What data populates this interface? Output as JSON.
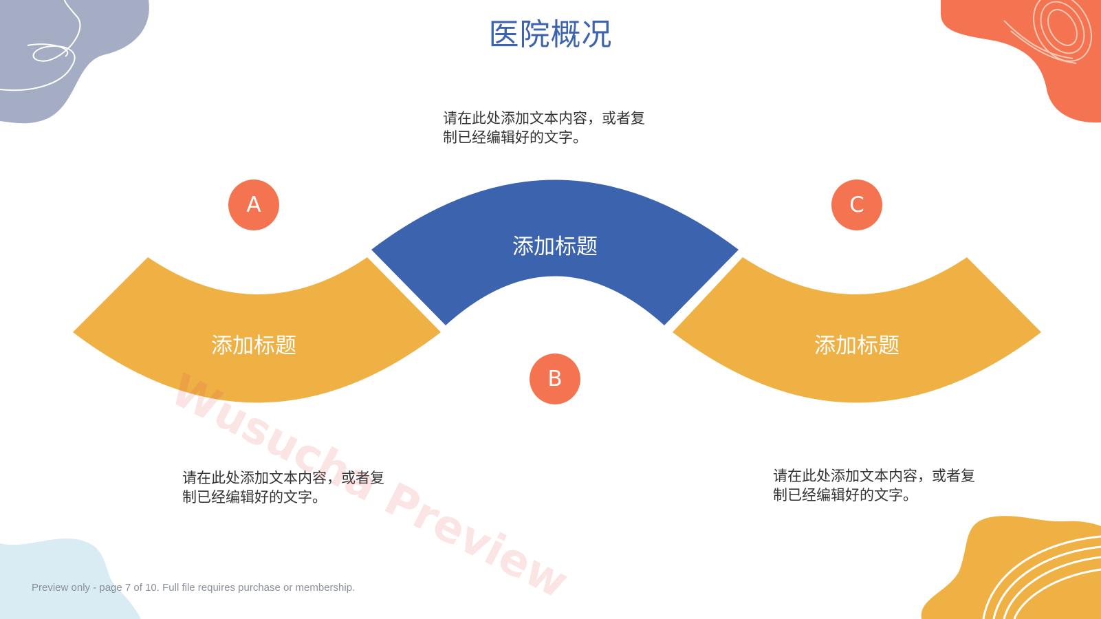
{
  "slide": {
    "title": "医院概况",
    "segments": {
      "left_label": "添加标题",
      "center_label": "添加标题",
      "right_label": "添加标题"
    },
    "badges": {
      "a": "A",
      "b": "B",
      "c": "C"
    },
    "descriptions": {
      "top_line1": "请在此处添加文本内容，或者复",
      "top_line2": "制已经编辑好的文字。",
      "left_line1": "请在此处添加文本内容，或者复",
      "left_line2": "制已经编辑好的文字。",
      "right_line1": "请在此处添加文本内容，或者复",
      "right_line2": "制已经编辑好的文字。"
    },
    "watermark": "Wusucha Preview",
    "footer": "Preview only - page 7 of 10. Full file requires purchase or membership."
  },
  "colors": {
    "title": "#3c63ad",
    "blue_segment": "#3c63ad",
    "yellow_segment": "#efb044",
    "badge": "#f47350",
    "blob_grey": "#a5adc4",
    "blob_orange": "#f47350",
    "blob_light_blue": "#d9ecf3",
    "blob_yellow": "#efb044"
  }
}
